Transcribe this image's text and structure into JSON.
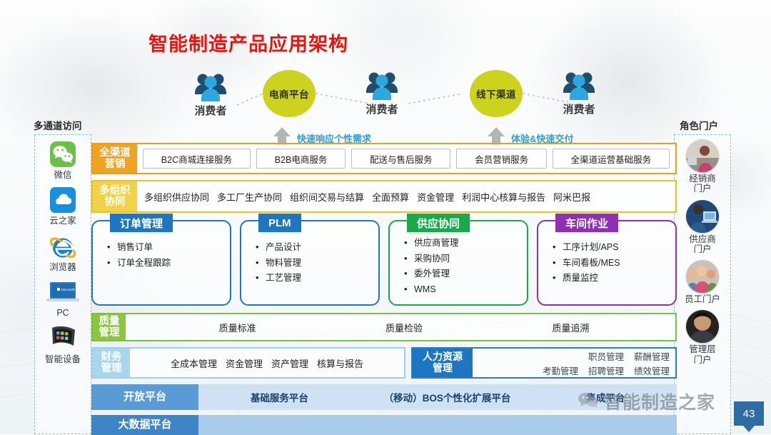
{
  "title": "智能制造产品应用架构",
  "flow": {
    "nodes": [
      {
        "type": "person",
        "label": "消费者"
      },
      {
        "type": "ellipse",
        "label": "电商平台"
      },
      {
        "type": "person",
        "label": "消费者"
      },
      {
        "type": "ellipse",
        "label": "线下渠道"
      },
      {
        "type": "person",
        "label": "消费者"
      }
    ],
    "note_left": "快速响应个性需求",
    "note_right": "体验&快速交付"
  },
  "left_panel": {
    "title": "多通道访问",
    "items": [
      {
        "label": "微信",
        "icon": "wechat-icon"
      },
      {
        "label": "云之家",
        "icon": "cloud-icon"
      },
      {
        "label": "浏览器",
        "icon": "internet-explorer-icon"
      },
      {
        "label": "PC",
        "icon": "laptop-icon"
      },
      {
        "label": "智能设备",
        "icon": "smart-device-icon"
      }
    ]
  },
  "right_panel": {
    "title": "角色门户",
    "items": [
      {
        "label": "经销商\n门户",
        "icon": "dealer-portal-avatar"
      },
      {
        "label": "供应商\n门户",
        "icon": "supplier-portal-avatar"
      },
      {
        "label": "员工门户",
        "icon": "employee-portal-avatar"
      },
      {
        "label": "管理层\n门户",
        "icon": "management-portal-avatar"
      }
    ]
  },
  "bands": {
    "omni": {
      "tag": "全渠道\n营销",
      "color": "#f0a323",
      "items": [
        "B2C商城连接服务",
        "B2B电商服务",
        "配送与售后服务",
        "会员营销服务",
        "全渠道运营基础服务"
      ]
    },
    "org": {
      "tag": "多组织\n协同",
      "color": "#f2d24b",
      "items": [
        "多组织供应协同",
        "多工厂生产协同",
        "组织间交易与结算",
        "全面预算",
        "资金管理",
        "利润中心核算与报告",
        "阿米巴报"
      ]
    },
    "quality": {
      "tag": "质量\n管理",
      "color": "#8cc63f",
      "items": [
        "质量标准",
        "质量检验",
        "质量追溯"
      ]
    },
    "finance": {
      "tag": "财务\n管理",
      "color": "#a8d6ee",
      "items": [
        "全成本管理",
        "资金管理",
        "资产管理",
        "核算与报告"
      ]
    },
    "hr": {
      "tag": "人力资源\n管理",
      "color": "#1d76bf",
      "row1": [
        "职员管理",
        "薪酬管理"
      ],
      "row2": [
        "考勤管理",
        "招聘管理",
        "绩效管理"
      ]
    },
    "open": {
      "tag": "开放平台",
      "color": "#5b9bd5",
      "items": [
        "基础服务平台",
        "（移动）BOS个性化扩展平台",
        "集成平台"
      ]
    },
    "bigdata": {
      "tag": "大数据平台",
      "color": "#3d85c6",
      "items": [
        "",
        "",
        ""
      ]
    }
  },
  "modules": [
    {
      "title": "订单管理",
      "color": "#1d76bf",
      "items": [
        "销售订单",
        "订单全程跟踪"
      ]
    },
    {
      "title": "PLM",
      "color": "#1d76bf",
      "items": [
        "产品设计",
        "物料管理",
        "工艺管理"
      ]
    },
    {
      "title": "供应协同",
      "color": "#17a94a",
      "items": [
        "供应商管理",
        "采购协同",
        "委外管理",
        "WMS"
      ]
    },
    {
      "title": "车间作业",
      "color": "#8e2fb5",
      "items": [
        "工序计划/APS",
        "车间看板/MES",
        "质量监控"
      ]
    }
  ],
  "watermark": {
    "text": "智能制造之家",
    "icon": "wechat-logo-icon"
  },
  "page_number": "43"
}
